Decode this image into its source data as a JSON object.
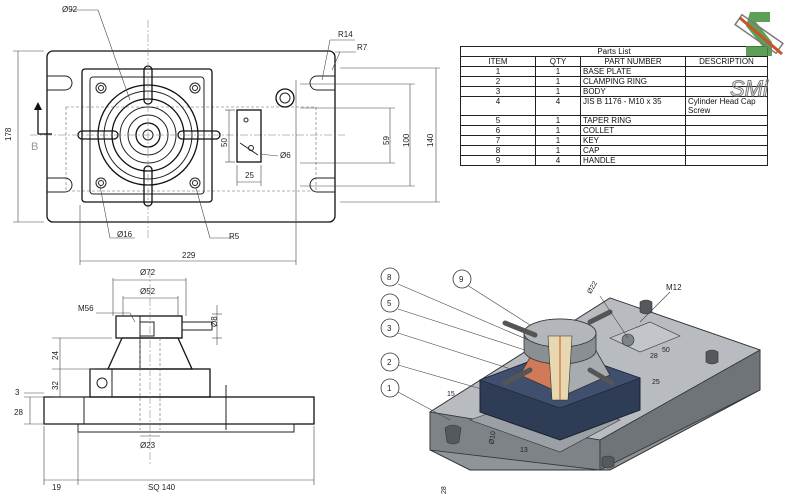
{
  "parts_list": {
    "title": "Parts List",
    "headers": [
      "ITEM",
      "QTY",
      "PART NUMBER",
      "DESCRIPTION"
    ],
    "rows": [
      {
        "item": "1",
        "qty": "1",
        "part": "BASE PLATE",
        "desc": ""
      },
      {
        "item": "2",
        "qty": "1",
        "part": "CLAMPING RING",
        "desc": ""
      },
      {
        "item": "3",
        "qty": "1",
        "part": "BODY",
        "desc": ""
      },
      {
        "item": "4",
        "qty": "4",
        "part": "JIS B 1176 - M10 x 35",
        "desc": "Cylinder Head Cap Screw"
      },
      {
        "item": "5",
        "qty": "1",
        "part": "TAPER RING",
        "desc": ""
      },
      {
        "item": "6",
        "qty": "1",
        "part": "COLLET",
        "desc": ""
      },
      {
        "item": "7",
        "qty": "1",
        "part": "KEY",
        "desc": ""
      },
      {
        "item": "8",
        "qty": "1",
        "part": "CAP",
        "desc": ""
      },
      {
        "item": "9",
        "qty": "4",
        "part": "HANDLE",
        "desc": ""
      }
    ]
  },
  "logo": {
    "text": "SMi",
    "colors": [
      "#3f8f3a",
      "#c9532a",
      "#7a7a7a"
    ]
  },
  "top_view": {
    "dims": {
      "d92": "Ø92",
      "r14": "R14",
      "r7": "R7",
      "h178": "178",
      "v59": "59",
      "v100": "100",
      "v140": "140",
      "v50": "50",
      "d6": "Ø6",
      "h25": "25",
      "d16": "Ø16",
      "r5": "R5",
      "w229": "229"
    },
    "view_label": "B"
  },
  "front_view": {
    "dims": {
      "d72": "Ø72",
      "d52": "Ø52",
      "m56": "M56",
      "d8": "Ø8",
      "v24": "24",
      "v32": "32",
      "v3": "3",
      "v28": "28",
      "d23": "Ø23",
      "w19": "19",
      "sq140": "SQ 140"
    }
  },
  "iso_view": {
    "balloons": [
      "8",
      "9",
      "5",
      "3",
      "2",
      "1"
    ],
    "labels": {
      "d22": "Ø22",
      "m12": "M12",
      "v50": "50",
      "v28": "28",
      "v25": "25",
      "v15": "15",
      "d10": "Ø10",
      "v13": "13",
      "v28b": "28"
    }
  }
}
